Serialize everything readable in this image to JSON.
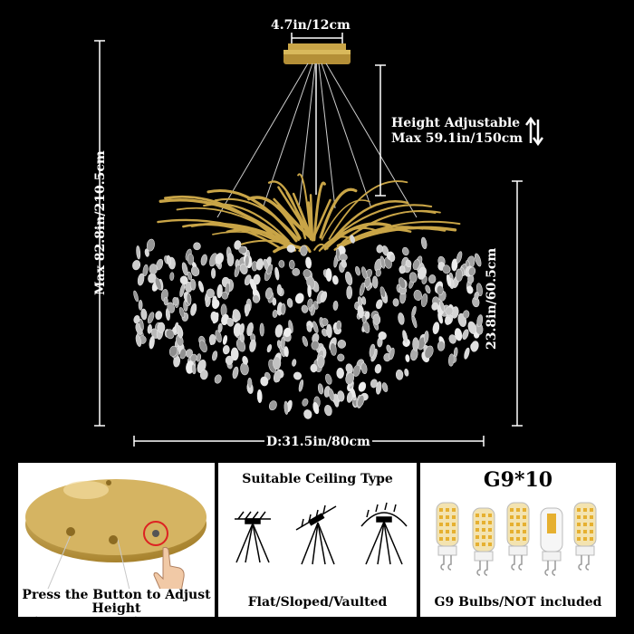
{
  "dimensions": {
    "canopy_width": "4.7in/12cm",
    "height_adjustable_line1": "Height Adjustable",
    "height_adjustable_line2": "Max 59.1in/150cm",
    "max_height": "Max 82.8in/210.5cm",
    "body_height": "23.8in/60.5cm",
    "diameter": "D:31.5in/80cm"
  },
  "panels": {
    "button": {
      "label": "Press the Button to Adjust Height"
    },
    "ceiling": {
      "title": "Suitable Ceiling Type",
      "label": "Flat/Sloped/Vaulted"
    },
    "bulbs": {
      "title": "G9*10",
      "label": "G9 Bulbs/NOT included"
    }
  },
  "colors": {
    "gold": "#c9a547",
    "background": "#000000",
    "panel": "#ffffff"
  },
  "icons": [
    "arrow-updown-icon",
    "hand-pointer-icon",
    "flat-ceiling-icon",
    "sloped-ceiling-icon",
    "vaulted-ceiling-icon",
    "g9-bulb-icon"
  ]
}
